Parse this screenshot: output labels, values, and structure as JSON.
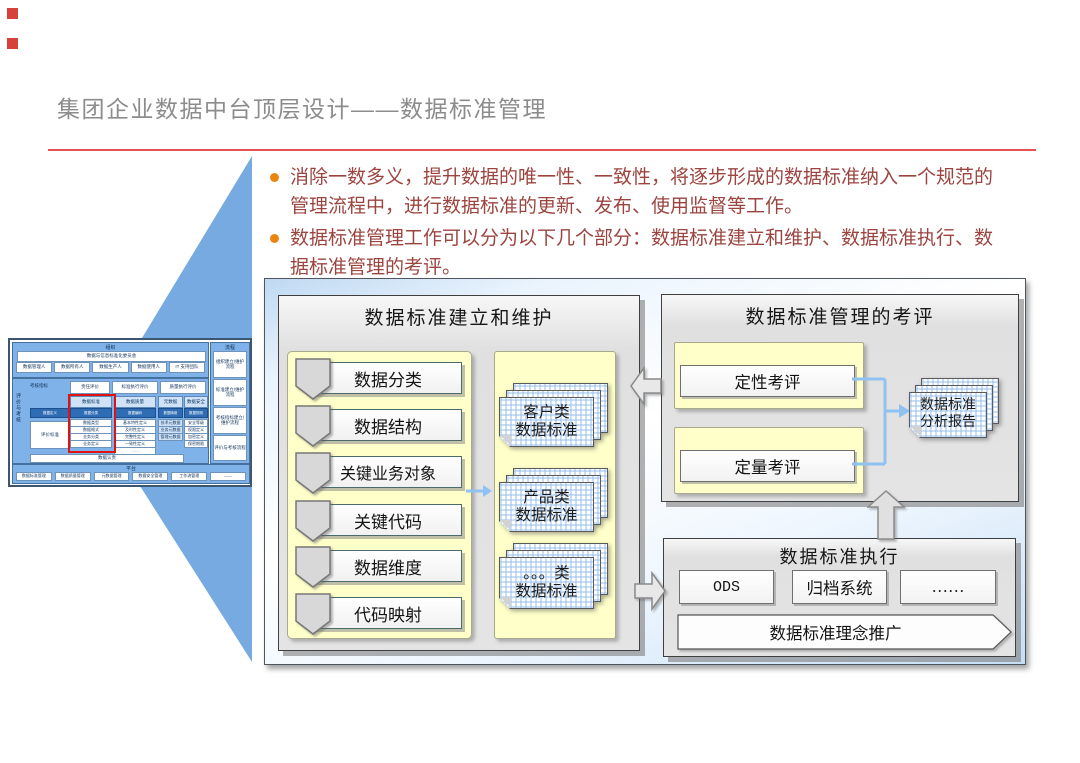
{
  "page": {
    "logo_color": "#d7413c",
    "title": "集团企业数据中台顶层设计——数据标准管理",
    "rule_color": "#e25353",
    "bullets": [
      "消除一数多义，提升数据的唯一性、一致性，将逐步形成的数据标准纳入一个规范的管理流程中，进行数据标准的更新、发布、使用监督等工作。",
      "数据标准管理工作可以分为以下几个部分：数据标准建立和维护、数据标准执行、数据标准管理的考评。"
    ],
    "bullet_color": "#e8860f",
    "beam_color": "#76aae1"
  },
  "thumbnail": {
    "org": {
      "header": "组织",
      "committee": "数据与信息标准化委员会",
      "roles": [
        "数据管理人",
        "数据所有人",
        "数据生产人",
        "数据使用人",
        "IT 支持团队"
      ]
    },
    "process": {
      "header": "流程",
      "items": [
        "组织建立/维护流程",
        "标准建立/维护流程",
        "考核指标建立/维护流程",
        "评价与考核流程"
      ]
    },
    "side_label": "评价与考核",
    "kpi_label": "考核指标",
    "kpi_items": [
      "责任评价",
      "标准执行评价",
      "质量执行评价"
    ],
    "tabs": [
      "数据标准",
      "数据质量",
      "元数据",
      "数据安全"
    ],
    "blue_row": [
      "数据定义",
      "数据分类",
      "数据编码",
      "数据映射",
      "数据规则"
    ],
    "eval_standard": "评价标准",
    "columns": [
      [
        "数据类型",
        "数据格式",
        "业务分类",
        "业务定义"
      ],
      [
        "基本特性定义",
        "及时性定义",
        "完整性定义",
        "一致性定义",
        "……"
      ],
      [
        "技术元数据",
        "业务元数据",
        "管理元数据"
      ],
      [
        "安全等级",
        "权限定义",
        "加密定义",
        "保密期限"
      ]
    ],
    "responsibility": "数据认责",
    "platform": {
      "header": "平台",
      "items": [
        "数据标准管理",
        "数据质量管理",
        "元数据管理",
        "数据安全管理",
        "工作流管理",
        "——"
      ]
    }
  },
  "diagram": {
    "build": {
      "title": "数据标准建立和维护",
      "items": [
        "数据分类",
        "数据结构",
        "关键业务对象",
        "关键代码",
        "数据维度",
        "代码映射"
      ],
      "docs": [
        {
          "l1": "客户类",
          "l2": "数据标准"
        },
        {
          "l1": "产品类",
          "l2": "数据标准"
        },
        {
          "l1": "。。。类",
          "l2": "数据标准"
        }
      ]
    },
    "review": {
      "title": "数据标准管理的考评",
      "items": [
        "定性考评",
        "定量考评"
      ],
      "report": {
        "l1": "数据标准",
        "l2": "分析报告"
      }
    },
    "exec": {
      "title": "数据标准执行",
      "systems": [
        "ODS",
        "归档系统",
        "……"
      ],
      "banner": "数据标准理念推广"
    }
  }
}
